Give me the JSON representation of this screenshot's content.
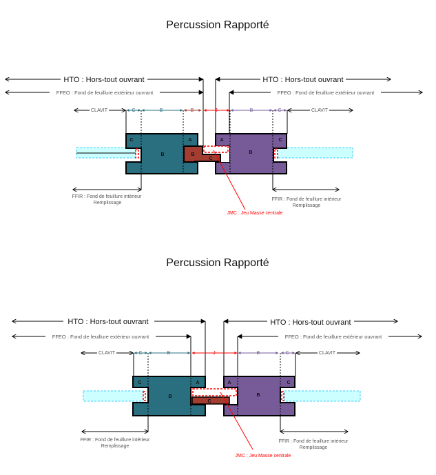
{
  "diagrams": [
    {
      "title": "Percussion Rapporté",
      "hto_left": "HTO : Hors-tout ouvrant",
      "hto_right": "HTO : Hors-tout ouvrant",
      "ffeo_left": "FFEO : Fond de feuillure extérieur ouvrant",
      "ffeo_right": "FFEO : Fond de feuillure extérieur ouvrant",
      "clavit_left": "CLAVIT",
      "clavit_right": "CLAVIT",
      "dims": [
        "C",
        "B",
        "B",
        "J",
        "B",
        "C"
      ],
      "teal_labels": [
        "C",
        "A",
        "B"
      ],
      "central_labels": [
        "B",
        "C"
      ],
      "purple_labels": [
        "A",
        "B",
        "C"
      ],
      "ffir_left": [
        "FFIR : Fond de feuillure intérieur",
        "Remplissage"
      ],
      "ffir_right": [
        "FFIR : Fond de feuillure intérieur",
        "Remplissage"
      ],
      "jmc": "JMC : Jeu Masse centrale"
    },
    {
      "title": "Percussion Rapporté",
      "hto_left": "HTO : Hors-tout ouvrant",
      "hto_right": "HTO : Hors-tout ouvrant",
      "ffeo_left": "FFEO : Fond de feuillure extérieur ouvrant",
      "ffeo_right": "FFEO : Fond de feuillure extérieur ouvrant",
      "clavit_left": "CLAVIT",
      "clavit_right": "CLAVIT",
      "dims": [
        "C",
        "B",
        "J",
        "B",
        "C"
      ],
      "teal_labels": [
        "C",
        "A",
        "B"
      ],
      "central_labels": [
        "C"
      ],
      "purple_labels": [
        "A",
        "B",
        "C"
      ],
      "ffir_left": [
        "FFIR : Fond de feuillure intérieur",
        "Remplissage"
      ],
      "ffir_right": [
        "FFIR : Fond de feuillure intérieur",
        "Remplissage"
      ],
      "jmc": "JMC : Jeu Masse centrale"
    }
  ],
  "colors": {
    "teal": "#2a6f80",
    "purple": "#765b98",
    "central": "#a33d32",
    "glass": "#ccffff",
    "glass_border": "#33ccff",
    "jmc": "#ff0000",
    "dim_teal": "#2a6f80",
    "dim_red": "#a33d32",
    "dim_j": "#ff0000",
    "dim_purple": "#765b98"
  }
}
